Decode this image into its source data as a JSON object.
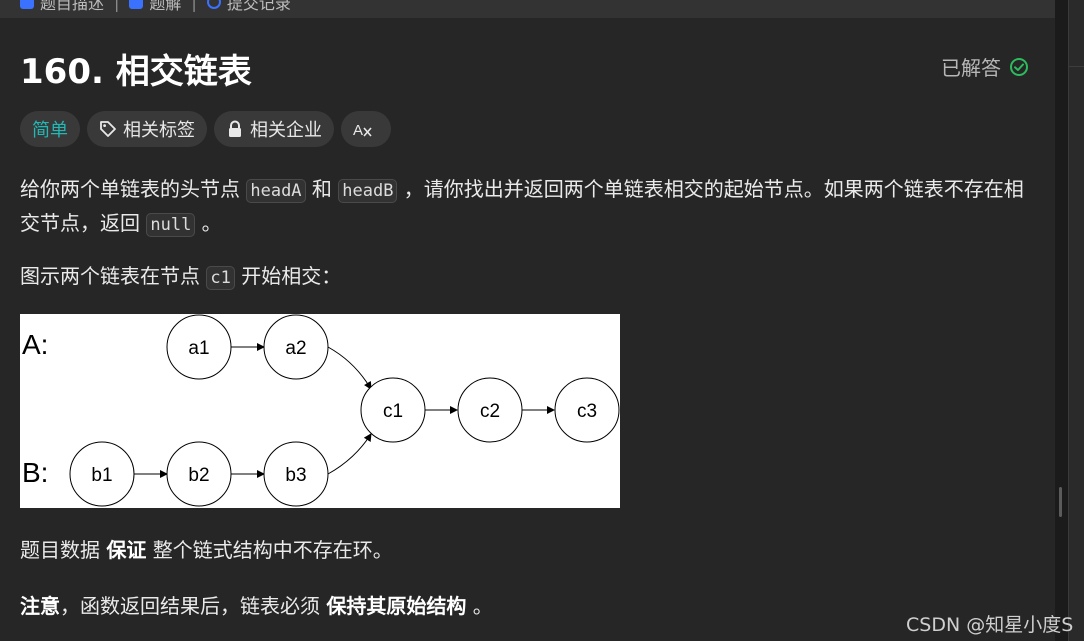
{
  "breadcrumb": {
    "items": [
      "题目描述",
      "题解",
      "提交记录"
    ],
    "separator": "|"
  },
  "problem": {
    "title": "160. 相交链表",
    "status": "已解答",
    "status_color": "#2cbb5d"
  },
  "tags": {
    "difficulty": "简单",
    "related_tags": "相关标签",
    "related_companies": "相关企业",
    "translate_label": "A文"
  },
  "description": {
    "p1_before": "给你两个单链表的头节点 ",
    "p1_code1": "headA",
    "p1_mid": " 和 ",
    "p1_code2": "headB",
    "p1_after": " ，请你找出并返回两个单链表相交的起始节点。如果两个链表不存在相交节点，返回 ",
    "p1_code3": "null",
    "p1_end": " 。",
    "p2_before": "图示两个链表在节点 ",
    "p2_code": "c1",
    "p2_after": " 开始相交：",
    "p3_before": "题目数据 ",
    "p3_bold": "保证",
    "p3_after": " 整个链式结构中不存在环。",
    "p4_bold1": "注意",
    "p4_mid": "，函数返回结果后，链表必须 ",
    "p4_bold2": "保持其原始结构",
    "p4_end": " 。"
  },
  "diagram": {
    "label_a": "A:",
    "label_b": "B:",
    "nodes": {
      "a1": "a1",
      "a2": "a2",
      "b1": "b1",
      "b2": "b2",
      "b3": "b3",
      "c1": "c1",
      "c2": "c2",
      "c3": "c3"
    }
  },
  "watermark": "CSDN @知星小度S"
}
